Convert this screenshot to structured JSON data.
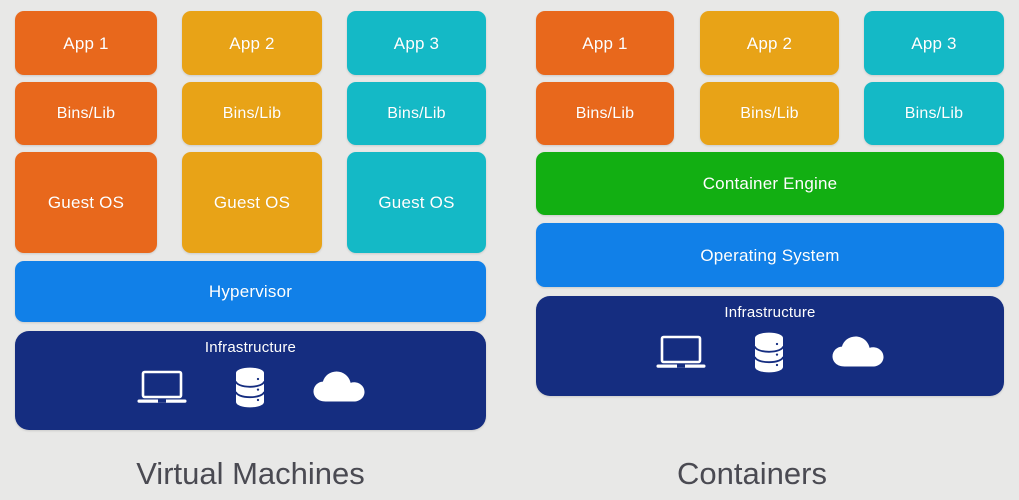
{
  "background_color": "#e8e8e7",
  "palette": {
    "orange": "#e8681c",
    "amber": "#e8a317",
    "teal": "#14b9c6",
    "blue": "#1180e8",
    "navy": "#152d80",
    "green": "#12af12",
    "text_on_box": "#ffffff",
    "caption_text": "#4a4a52"
  },
  "panels": [
    {
      "id": "virtual-machines",
      "caption": "Virtual Machines",
      "columns": [
        {
          "color": "orange",
          "app": "App 1",
          "bins": "Bins/Lib",
          "guest": "Guest OS"
        },
        {
          "color": "amber",
          "app": "App 2",
          "bins": "Bins/Lib",
          "guest": "Guest OS"
        },
        {
          "color": "teal",
          "app": "App 3",
          "bins": "Bins/Lib",
          "guest": "Guest OS"
        }
      ],
      "layers": [
        {
          "label": "Hypervisor",
          "color": "blue"
        },
        {
          "label": "Infrastructure",
          "color": "navy",
          "icons": [
            "laptop-icon",
            "database-icon",
            "cloud-icon"
          ]
        }
      ]
    },
    {
      "id": "containers",
      "caption": "Containers",
      "columns": [
        {
          "color": "orange",
          "app": "App 1",
          "bins": "Bins/Lib"
        },
        {
          "color": "amber",
          "app": "App 2",
          "bins": "Bins/Lib"
        },
        {
          "color": "teal",
          "app": "App 3",
          "bins": "Bins/Lib"
        }
      ],
      "layers": [
        {
          "label": "Container Engine",
          "color": "green"
        },
        {
          "label": "Operating System",
          "color": "blue"
        },
        {
          "label": "Infrastructure",
          "color": "navy",
          "icons": [
            "laptop-icon",
            "database-icon",
            "cloud-icon"
          ]
        }
      ]
    }
  ]
}
